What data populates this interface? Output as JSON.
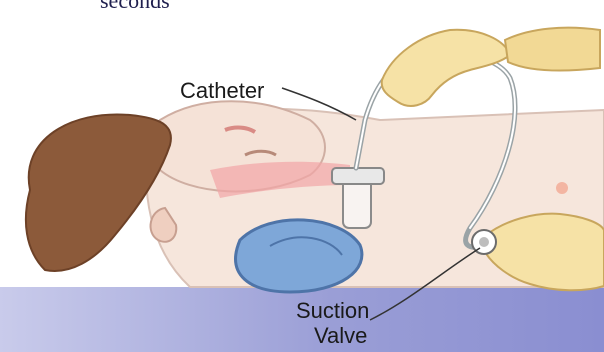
{
  "caption": "seconds",
  "labels": {
    "catheter": "Catheter",
    "suction_line1": "Suction",
    "suction_line2": "Valve"
  }
}
